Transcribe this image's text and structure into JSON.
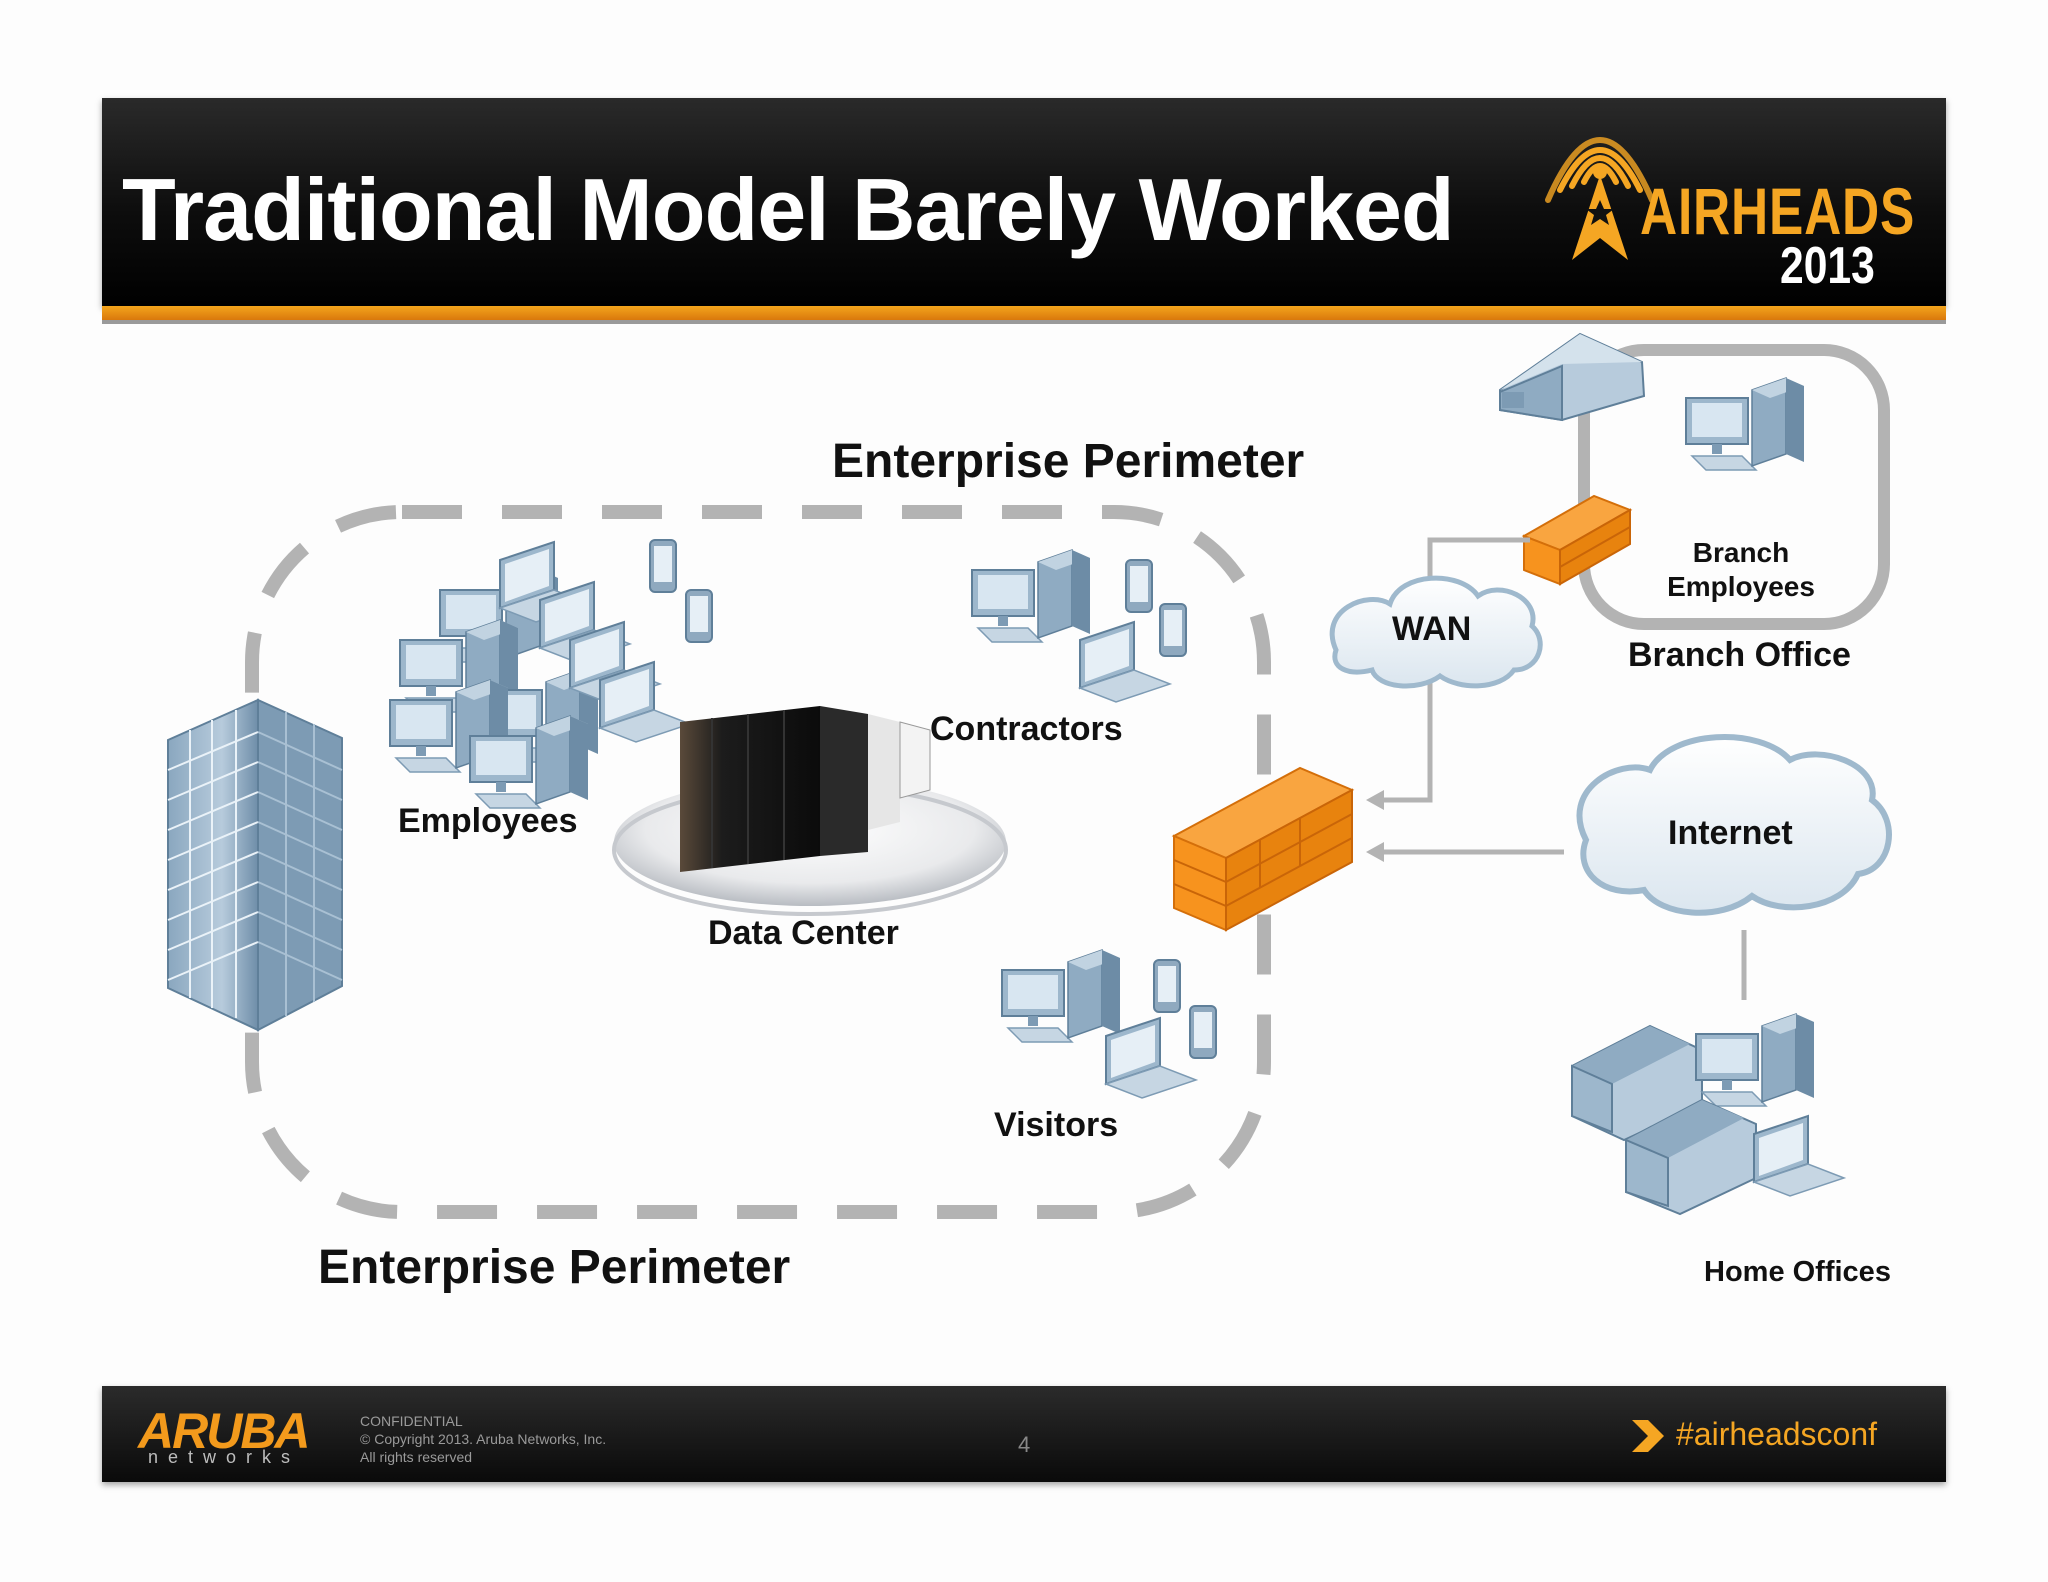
{
  "slide": {
    "title": "Traditional Model Barely Worked",
    "page_number": "4"
  },
  "brand": {
    "event_name": "AIRHEADS",
    "event_year": "2013",
    "accent_color": "#f5a623"
  },
  "footer": {
    "company_logo": "ARUBA",
    "company_sub": "networks",
    "confidential": "CONFIDENTIAL",
    "copyright": "© Copyright 2013. Aruba Networks, Inc.",
    "rights": "All rights reserved",
    "hashtag": "#airheadsconf"
  },
  "diagram": {
    "perimeter_label_top": "Enterprise Perimeter",
    "perimeter_label_bottom": "Enterprise Perimeter",
    "employees": "Employees",
    "contractors": "Contractors",
    "data_center": "Data Center",
    "visitors": "Visitors",
    "wan": "WAN",
    "internet": "Internet",
    "branch_employees_line1": "Branch",
    "branch_employees_line2": "Employees",
    "branch_office": "Branch Office",
    "home_offices": "Home Offices"
  },
  "icons": [
    "airheads-tower-icon",
    "building-icon",
    "computer-icon",
    "laptop-icon",
    "phone-icon",
    "datacenter-icon",
    "firewall-icon",
    "cloud-icon",
    "house-icon",
    "arrow-icon"
  ]
}
